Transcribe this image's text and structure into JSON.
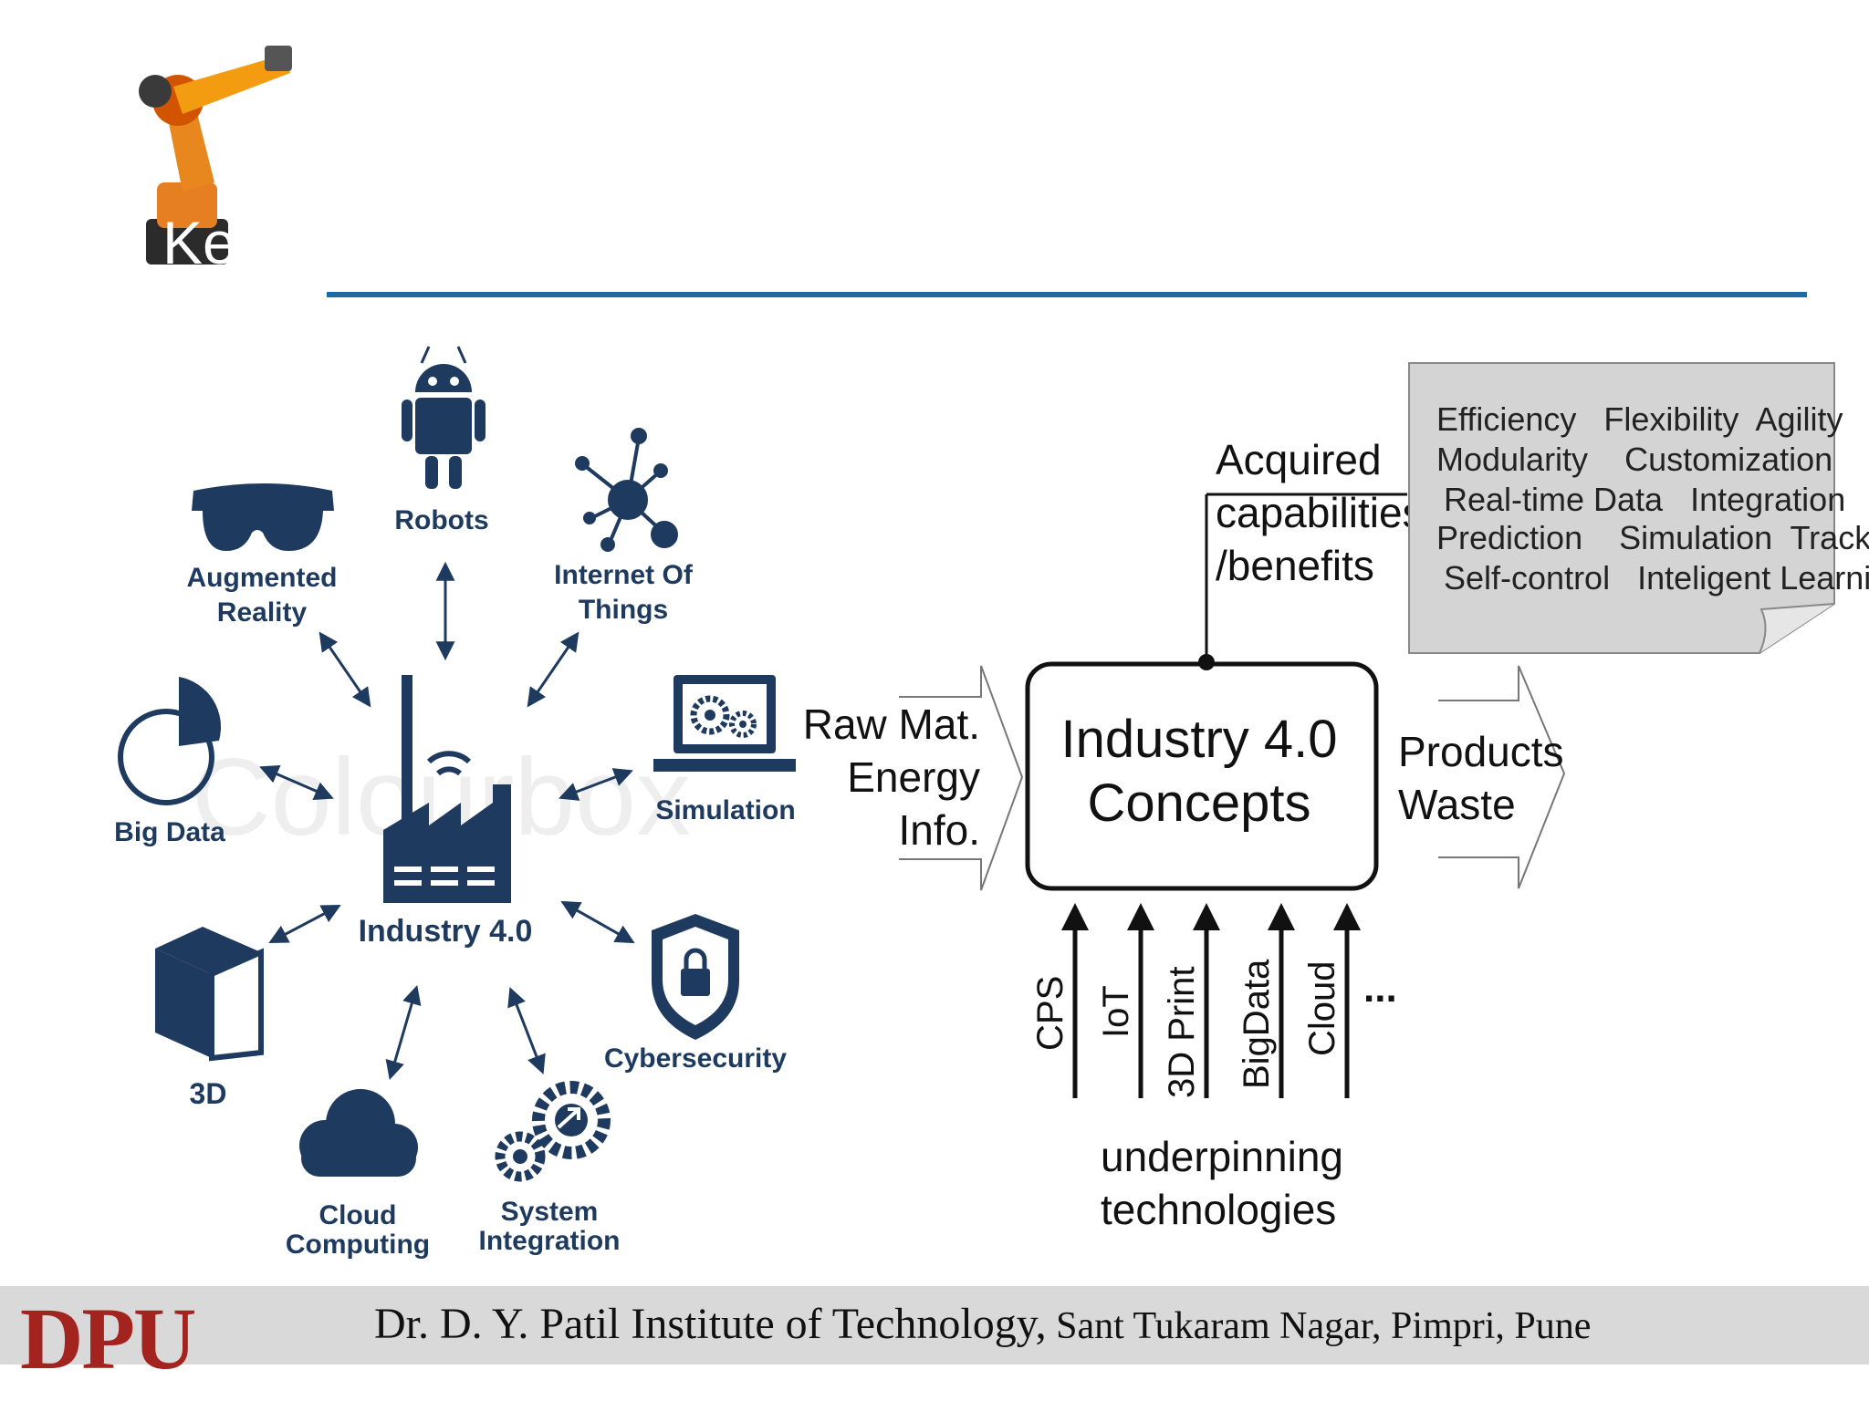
{
  "slide": {
    "title": "Ke"
  },
  "left_diagram": {
    "center_label": "Industry 4.0",
    "nodes": [
      {
        "label_lines": [
          "Robots"
        ],
        "icon": "robot-icon"
      },
      {
        "label_lines": [
          "Internet Of",
          "Things"
        ],
        "icon": "iot-network-icon"
      },
      {
        "label_lines": [
          "Simulation"
        ],
        "icon": "laptop-gears-icon"
      },
      {
        "label_lines": [
          "Cybersecurity"
        ],
        "icon": "shield-lock-icon"
      },
      {
        "label_lines": [
          "System",
          "Integration"
        ],
        "icon": "gears-icon"
      },
      {
        "label_lines": [
          "Cloud",
          "Computing"
        ],
        "icon": "cloud-icon"
      },
      {
        "label_lines": [
          "3D"
        ],
        "icon": "cube-icon"
      },
      {
        "label_lines": [
          "Big Data"
        ],
        "icon": "pie-chart-icon"
      },
      {
        "label_lines": [
          "Augmented",
          "Reality"
        ],
        "icon": "vr-goggles-icon"
      }
    ],
    "watermark": "Colourbox"
  },
  "right_diagram": {
    "center_lines": [
      "Industry 4.0",
      "Concepts"
    ],
    "inputs_lines": [
      "Raw Mat.",
      "Energy",
      "Info."
    ],
    "outputs_lines": [
      "Products",
      "Waste"
    ],
    "capabilities_lines": [
      "Acquired",
      "capabilities",
      "/benefits"
    ],
    "benefits_lines": [
      "Efficiency   Flexibility  Agility",
      "Modularity    Customization",
      "Real-time Data   Integration",
      "Prediction    Simulation  Tracking",
      "Self-control   Inteligent Learning"
    ],
    "technologies": [
      "CPS",
      "IoT",
      "3D Print",
      "BigData",
      "Cloud"
    ],
    "technologies_more": "...",
    "underpinning_lines": [
      "underpinning",
      "technologies"
    ]
  },
  "footer": {
    "logo": "DPU",
    "institute": "Dr. D. Y. Patil Institute of Technology,",
    "address": " Sant Tukaram Nagar, Pimpri, Pune"
  },
  "colors": {
    "icon_navy": "#1e3a5f",
    "rule_blue": "#1f6aa5",
    "footer_gray": "#d9d9d9",
    "logo_red": "#a3231f",
    "benefit_box": "#d4d4d4"
  }
}
